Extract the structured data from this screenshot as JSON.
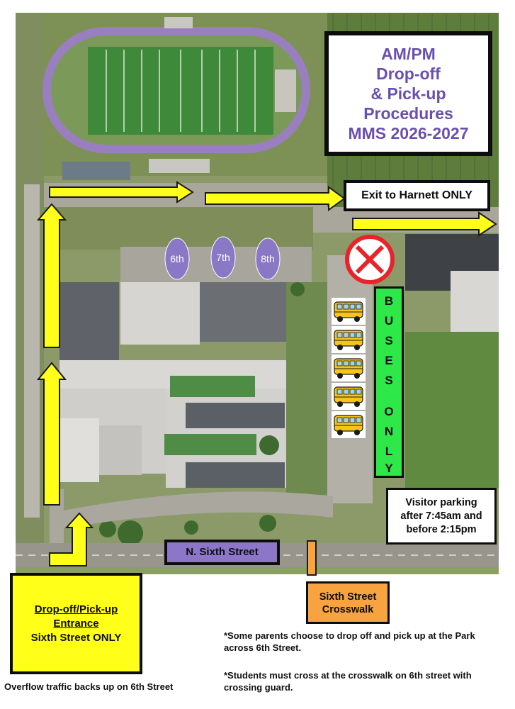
{
  "title": {
    "lines": [
      "AM/PM",
      "Drop-off",
      "& Pick-up",
      "Procedures",
      "MMS 2026-2027"
    ]
  },
  "exit_label": "Exit to Harnett ONLY",
  "grade_markers": [
    "6th",
    "7th",
    "8th"
  ],
  "buses_letters": [
    "B",
    "U",
    "S",
    "E",
    "S",
    "O",
    "N",
    "L",
    "Y"
  ],
  "visitor_parking": {
    "lines": [
      "Visitor parking",
      "after 7:45am and",
      "before 2:15pm"
    ]
  },
  "street_label": "N. Sixth Street",
  "crosswalk": {
    "lines": [
      "Sixth Street",
      "Crosswalk"
    ]
  },
  "entrance": {
    "lines": [
      "Drop-off/Pick-up",
      "Entrance",
      "Sixth Street ONLY"
    ]
  },
  "notes": [
    "*Some parents choose to drop off and pick up at the Park across 6th Street.",
    "*Students must cross at the crosswalk on 6th street with crossing guard."
  ],
  "overflow_note": "Overflow traffic backs up on 6th Street",
  "colors": {
    "title_text": "#6a4fb0",
    "arrow_yellow": "#ffff1a",
    "buses_green": "#2ee84a",
    "street_purple": "#8b76c8",
    "crosswalk_orange": "#f7a440",
    "no_entry_red": "#e8242a",
    "field_green": "#3f8a3a",
    "track_purple": "#9a7fc0"
  },
  "icons": [
    "school-bus-icon",
    "no-entry-icon",
    "arrow-icon"
  ]
}
